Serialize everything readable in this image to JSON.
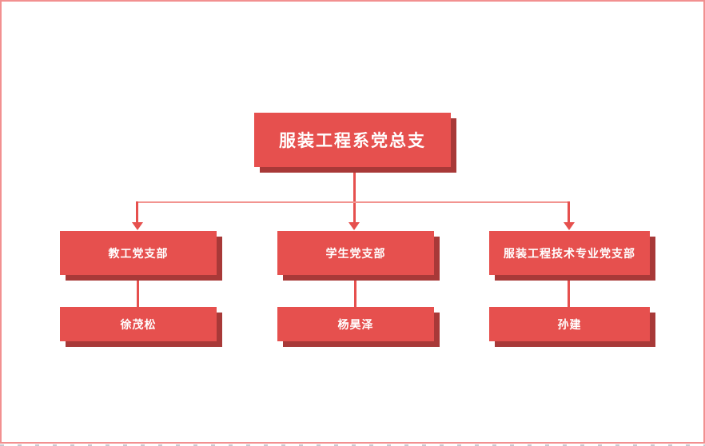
{
  "colors": {
    "node_fill": "#E6504E",
    "node_shadow": "#A83938",
    "connector": "#E6504E",
    "connector_light": "#F29490",
    "page_border": "#F29090",
    "text": "#FFFFFF"
  },
  "org": {
    "root": {
      "label": "服装工程系党总支"
    },
    "branches": [
      {
        "label": "教工党支部",
        "member": "徐茂松"
      },
      {
        "label": "学生党支部",
        "member": "杨昊泽"
      },
      {
        "label": "服装工程技术专业党支部",
        "member": "孙建"
      }
    ]
  }
}
